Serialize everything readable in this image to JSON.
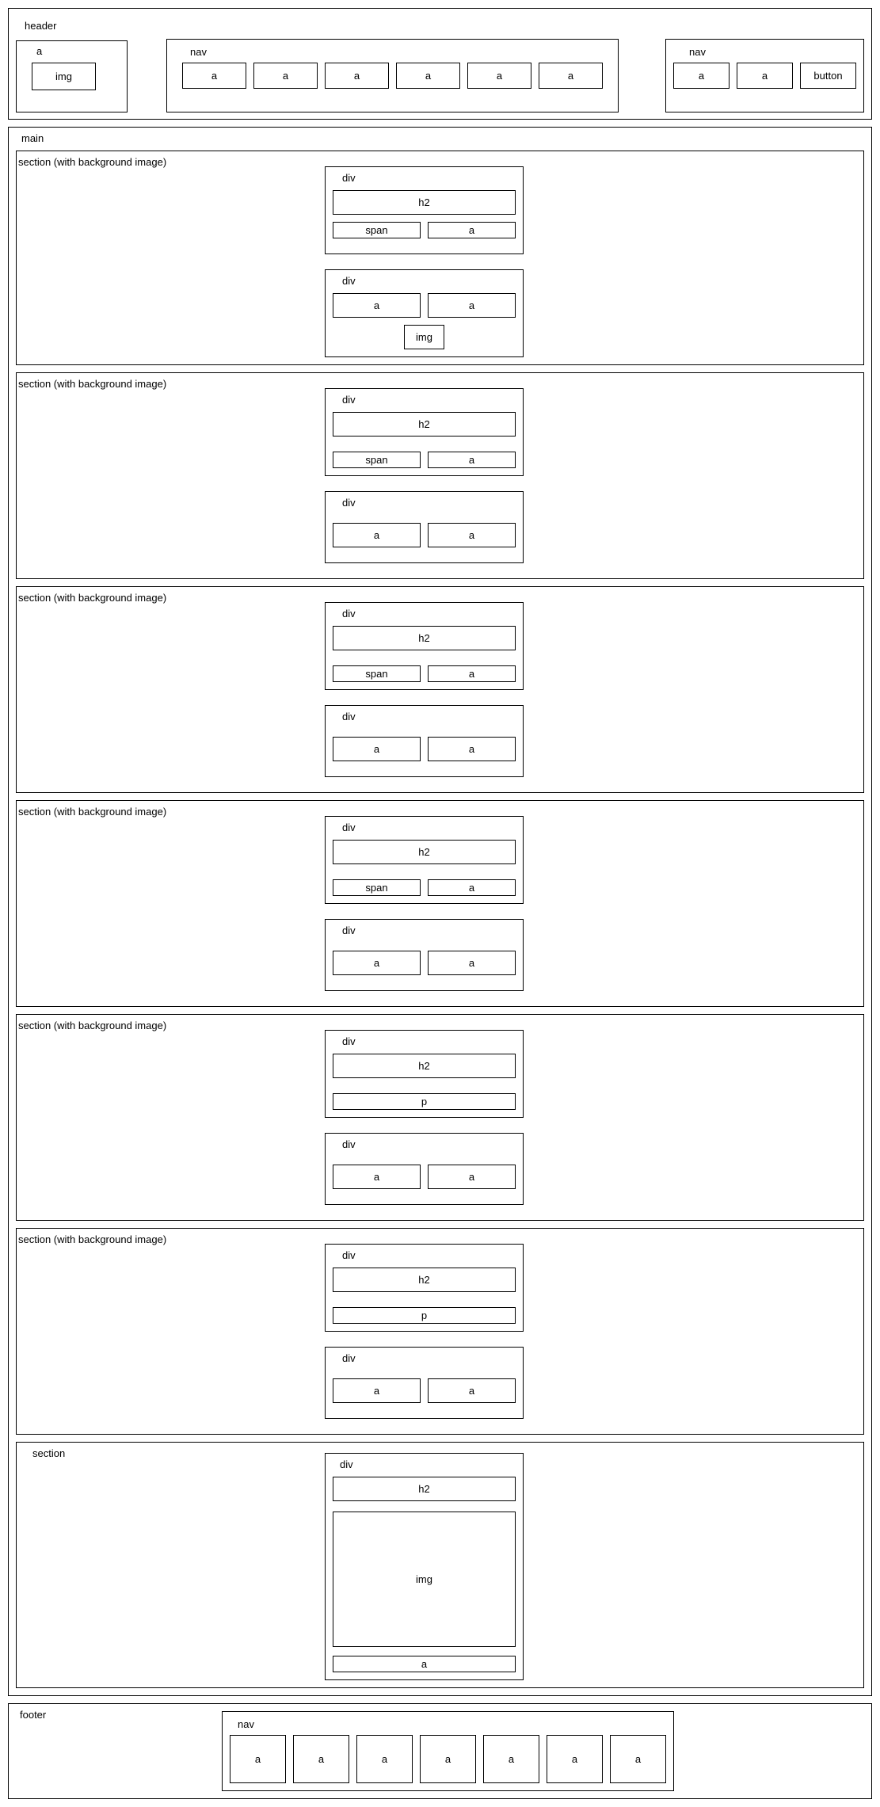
{
  "header": {
    "label": "header",
    "logo": {
      "label": "a",
      "img": "img"
    },
    "nav_main": {
      "label": "nav",
      "items": [
        "a",
        "a",
        "a",
        "a",
        "a",
        "a"
      ]
    },
    "nav_right": {
      "label": "nav",
      "items": [
        "a",
        "a"
      ],
      "button": "button"
    }
  },
  "main": {
    "label": "main",
    "sections": [
      {
        "label": "section (with background image)",
        "div1": {
          "label": "div",
          "title": "h2",
          "left": "span",
          "right": "a"
        },
        "div2": {
          "label": "div",
          "left": "a",
          "right": "a",
          "img": "img"
        }
      },
      {
        "label": "section (with background image)",
        "div1": {
          "label": "div",
          "title": "h2",
          "left": "span",
          "right": "a"
        },
        "div2": {
          "label": "div",
          "left": "a",
          "right": "a"
        }
      },
      {
        "label": "section (with background image)",
        "div1": {
          "label": "div",
          "title": "h2",
          "left": "span",
          "right": "a"
        },
        "div2": {
          "label": "div",
          "left": "a",
          "right": "a"
        }
      },
      {
        "label": "section (with background image)",
        "div1": {
          "label": "div",
          "title": "h2",
          "left": "span",
          "right": "a"
        },
        "div2": {
          "label": "div",
          "left": "a",
          "right": "a"
        }
      },
      {
        "label": "section (with background image)",
        "div1": {
          "label": "div",
          "title": "h2",
          "para": "p"
        },
        "div2": {
          "label": "div",
          "left": "a",
          "right": "a"
        }
      },
      {
        "label": "section (with background image)",
        "div1": {
          "label": "div",
          "title": "h2",
          "para": "p"
        },
        "div2": {
          "label": "div",
          "left": "a",
          "right": "a"
        }
      }
    ],
    "last_section": {
      "label": "section",
      "div": {
        "label": "div",
        "title": "h2",
        "img": "img",
        "link": "a"
      }
    }
  },
  "footer": {
    "label": "footer",
    "nav": {
      "label": "nav",
      "items": [
        "a",
        "a",
        "a",
        "a",
        "a",
        "a",
        "a"
      ]
    }
  }
}
